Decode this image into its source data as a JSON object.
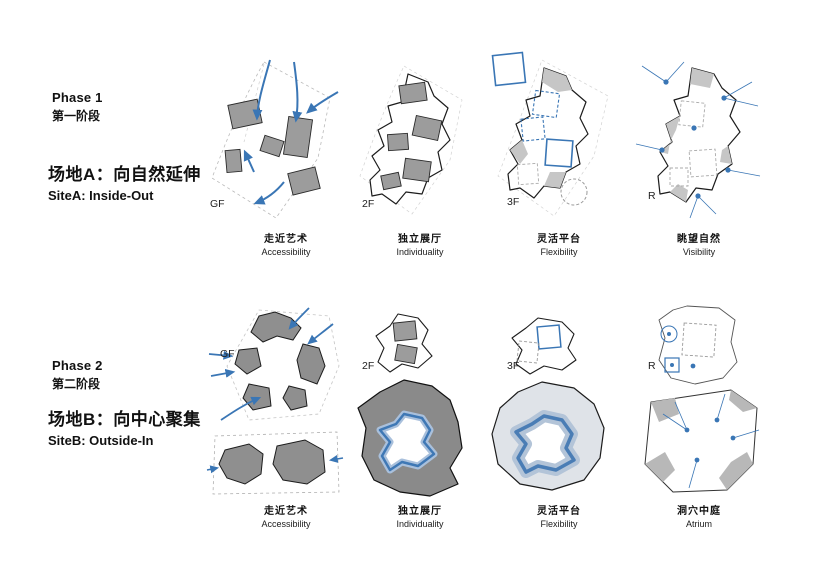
{
  "colors": {
    "accent_blue": "#3a76b5",
    "block_gray": "#9c9c9c",
    "blob_gray": "#8f8f8f",
    "outline_dark": "#1c1c1c",
    "dash_gray": "#aaaaaa"
  },
  "phases": [
    {
      "phase_en": "Phase 1",
      "phase_zh": "第一阶段",
      "site_zh": "场地A：向自然延伸",
      "site_en": "SiteA: Inside-Out",
      "diagrams": [
        {
          "floor": "GF",
          "caption_zh": "走近艺术",
          "caption_en": "Accessibility"
        },
        {
          "floor": "2F",
          "caption_zh": "独立展厅",
          "caption_en": "Individuality"
        },
        {
          "floor": "3F",
          "caption_zh": "灵活平台",
          "caption_en": "Flexibility"
        },
        {
          "floor": "R",
          "caption_zh": "眺望自然",
          "caption_en": "Visibility"
        }
      ]
    },
    {
      "phase_en": "Phase 2",
      "phase_zh": "第二阶段",
      "site_zh": "场地B：向中心聚集",
      "site_en": "SiteB: Outside-In",
      "diagrams": [
        {
          "floor": "GF",
          "caption_zh": "走近艺术",
          "caption_en": "Accessibility"
        },
        {
          "floor": "2F",
          "caption_zh": "独立展厅",
          "caption_en": "Individuality"
        },
        {
          "floor": "3F",
          "caption_zh": "灵活平台",
          "caption_en": "Flexibility"
        },
        {
          "floor": "R",
          "caption_zh": "洞穴中庭",
          "caption_en": "Atrium"
        }
      ]
    }
  ]
}
